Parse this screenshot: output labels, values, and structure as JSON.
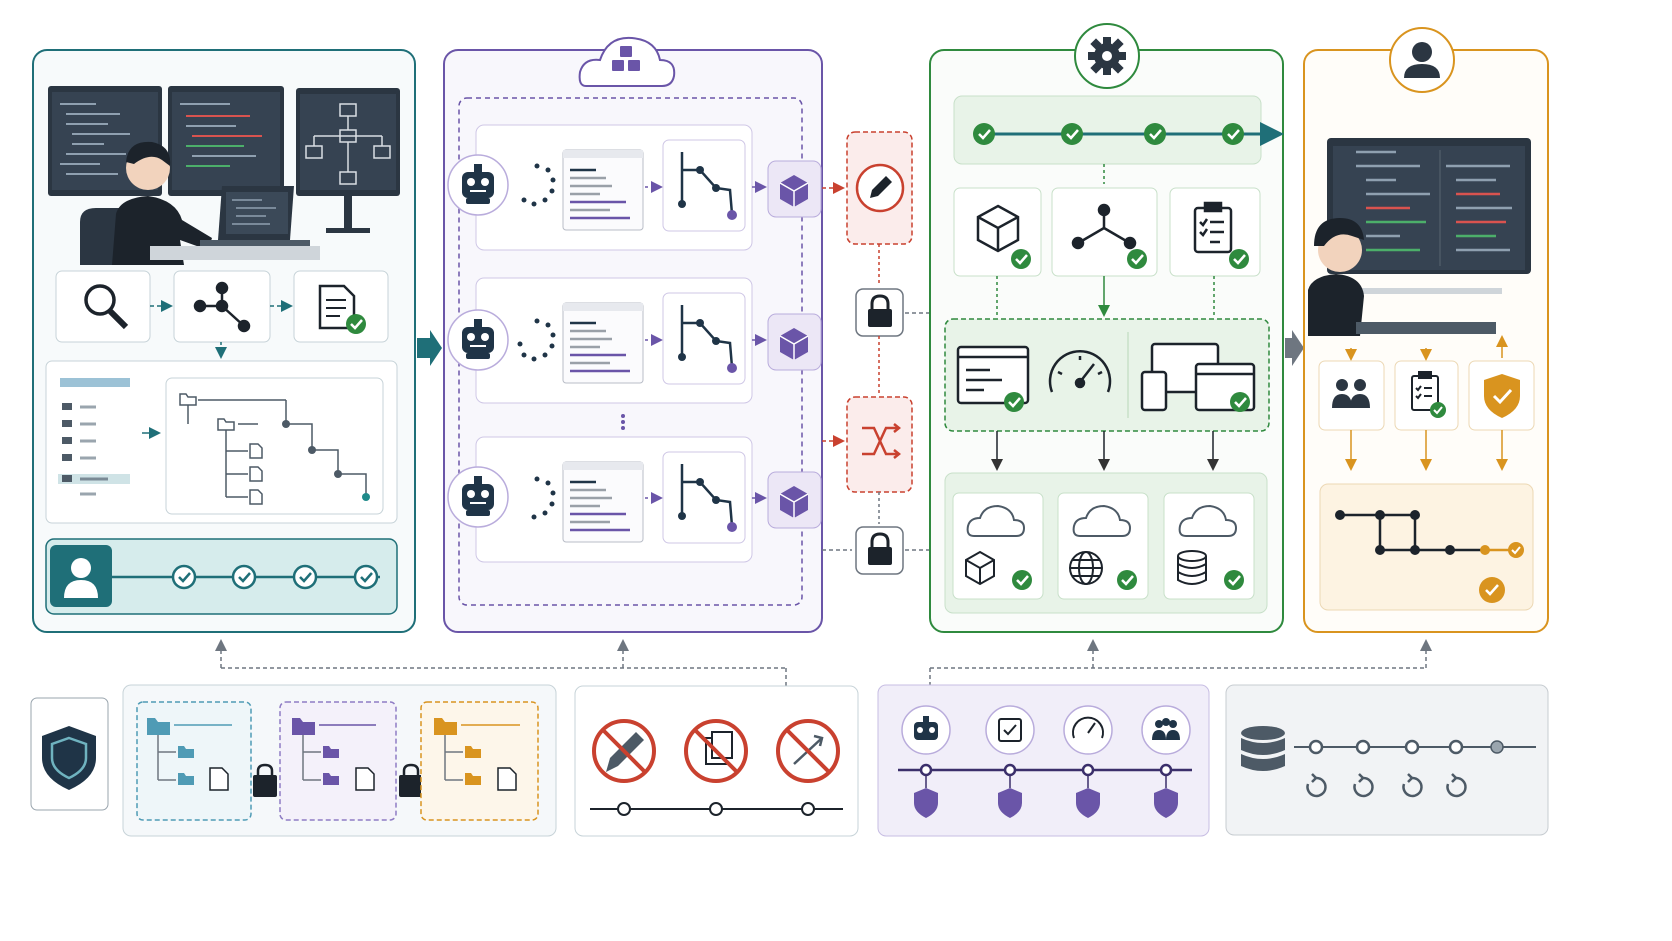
{
  "title": "",
  "colors": {
    "teal": "#1f6f78",
    "teal_light": "#d6ecec",
    "purple": "#6a55a8",
    "purple_light": "#ece7f6",
    "red": "#c9412f",
    "red_light": "#fbeceb",
    "green": "#2f8a3e",
    "green_light": "#e8f3e8",
    "orange": "#d9941f",
    "orange_light": "#fdf3e2",
    "navy": "#1f3447",
    "gray": "#6e7680",
    "gray_light": "#f1f3f5"
  },
  "panels": [
    {
      "id": "develop",
      "color": "teal",
      "icon": "developer-icon"
    },
    {
      "id": "agents",
      "color": "purple",
      "icon": "cloud-cube-icon",
      "agent_count": 3
    },
    {
      "id": "governance",
      "color": "red",
      "icon": "gate-icon"
    },
    {
      "id": "validate",
      "color": "green",
      "icon": "gear-icon",
      "pipeline_checks": 4
    },
    {
      "id": "review",
      "color": "orange",
      "icon": "user-icon"
    }
  ],
  "footer": [
    {
      "id": "security",
      "icon": "shield-icon"
    },
    {
      "id": "isolation",
      "icon": "folder-lock-icon",
      "workspaces": [
        "teal",
        "purple",
        "orange"
      ]
    },
    {
      "id": "restrictions",
      "icon": "prohibited-icon",
      "items": [
        "no-edit-icon",
        "no-copy-icon",
        "no-merge-icon"
      ]
    },
    {
      "id": "policy-timeline",
      "icon": "timeline-shield-icon",
      "items": [
        "bot-icon",
        "check-icon",
        "gauge-icon",
        "team-icon"
      ]
    },
    {
      "id": "audit-log",
      "icon": "database-icon",
      "steps": 5
    }
  ]
}
